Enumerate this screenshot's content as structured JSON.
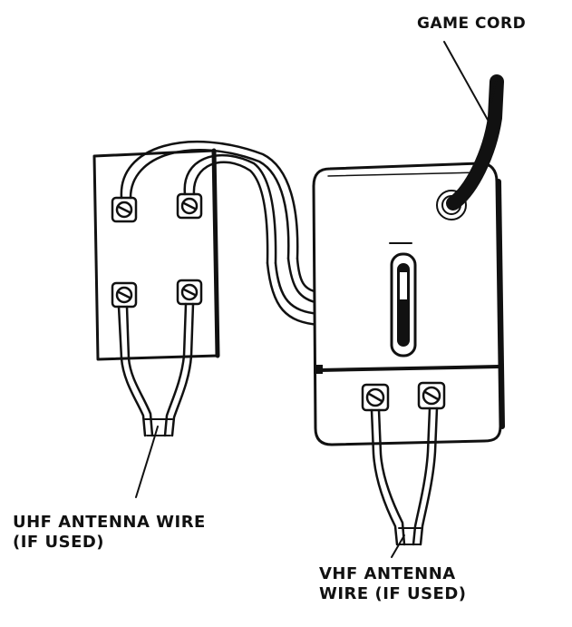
{
  "labels": {
    "game_cord": "GAME CORD",
    "uhf": [
      "UHF ANTENNA WIRE",
      "(IF USED)"
    ],
    "vhf": [
      "VHF ANTENNA",
      "WIRE (IF USED)"
    ]
  },
  "colors": {
    "ink": "#111111",
    "background": "#ffffff"
  }
}
